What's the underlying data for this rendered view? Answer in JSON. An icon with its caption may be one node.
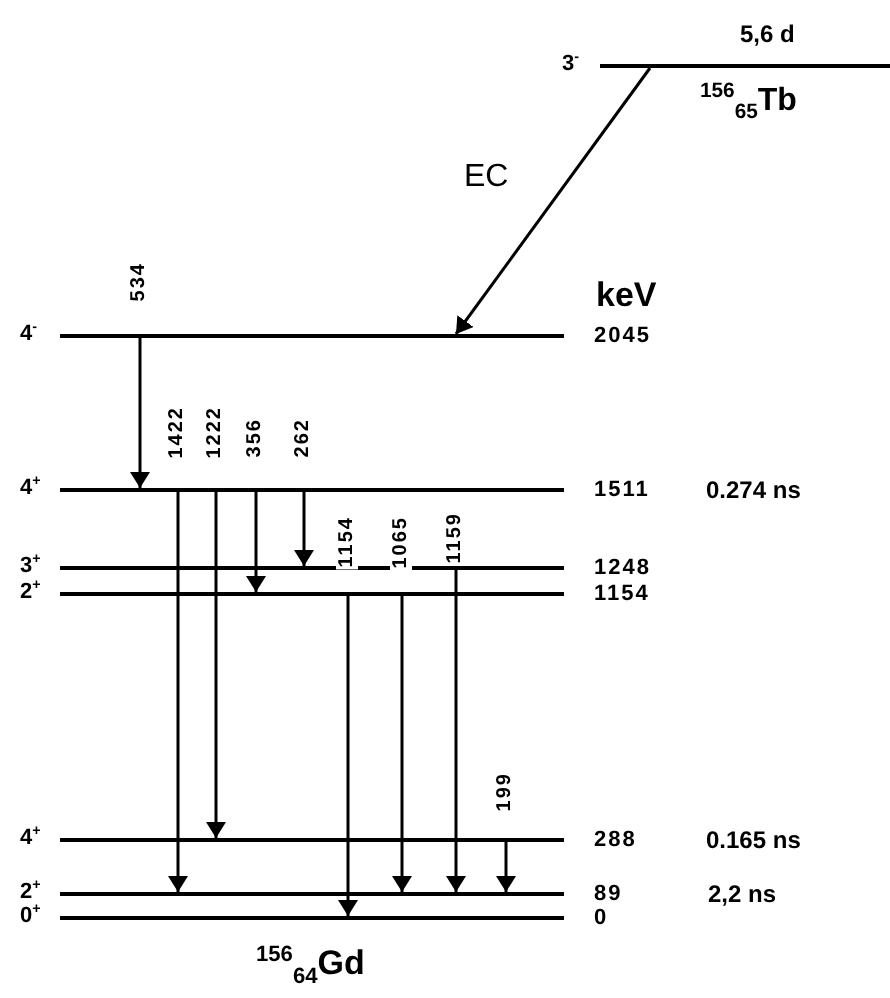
{
  "diagram": {
    "nodes": [
      {
        "text": [
          "3$^{-}$"
        ],
        "beside": [
          "5,6 d"
        ]
      },
      {
        "text": [
          "4$^{-}$",
          "2045"
        ]
      },
      {
        "text": [
          "4$^{+}$",
          "1511"
        ],
        "beside": [
          "0.274 ns"
        ]
      },
      {
        "text": [
          "3$^{+}$",
          "1248"
        ]
      },
      {
        "text": [
          "2$^{+}$",
          "1154"
        ]
      },
      {
        "text": [
          "4$^{+}$",
          "288"
        ],
        "beside": [
          "0.165 ns"
        ]
      },
      {
        "text": [
          "2$^{+}$",
          "89"
        ],
        "beside": [
          "2,2 ns"
        ]
      },
      {
        "text": [
          "0$^{+}$",
          "0"
        ]
      }
    ],
    "edges": [
      {
        "from": 0,
        "to": 1,
        "arrow": "to",
        "label": "EC"
      },
      {
        "from": 1,
        "to": 2,
        "arrow": "to",
        "label": "534"
      },
      {
        "from": 2,
        "to": 6,
        "arrow": "to",
        "label": "1422"
      },
      {
        "from": 2,
        "to": 5,
        "arrow": "to",
        "label": "1222"
      },
      {
        "from": 2,
        "to": 4,
        "arrow": "to",
        "label": "356"
      },
      {
        "from": 2,
        "to": 3,
        "arrow": "to",
        "label": "262"
      },
      {
        "from": 4,
        "to": 7,
        "arrow": "to",
        "label": "1154"
      },
      {
        "from": 4,
        "to": 6,
        "arrow": "to",
        "label": "1065"
      },
      {
        "from": 3,
        "to": 6,
        "arrow": "to",
        "label": "1159"
      },
      {
        "from": 5,
        "to": 6,
        "arrow": "to",
        "label": "199"
      }
    ],
    "labels": [
      "$^{156}$$_{65}$Tb",
      "keV",
      "$^{156}$$_{64}$Gd"
    ]
  }
}
